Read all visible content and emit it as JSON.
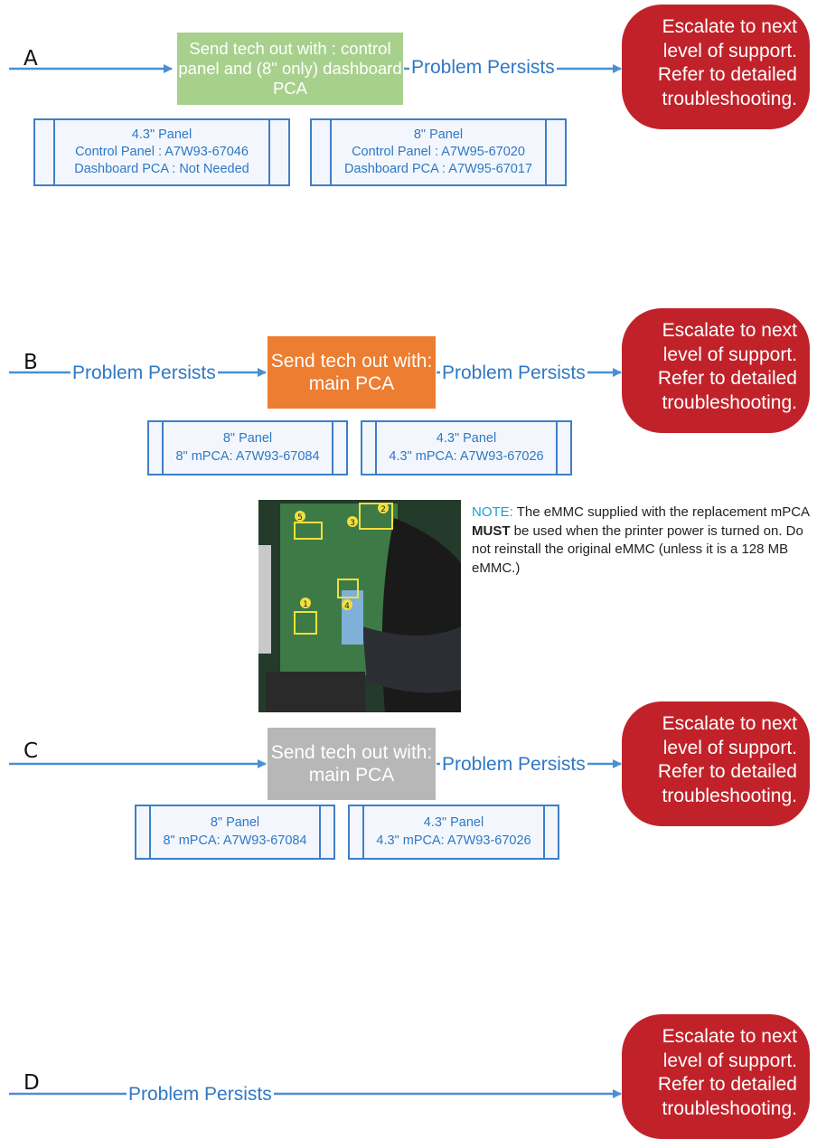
{
  "colors": {
    "arrow": "#4a8fd4",
    "green_box": "#a8d08d",
    "orange_box": "#ed7d31",
    "gray_box": "#b7b7b7",
    "escalate": "#c1222a",
    "text_blue": "#2f78c4",
    "note_label": "#1a9fd5"
  },
  "rows": [
    {
      "letter": "A",
      "action": "Send tech out with : control panel and  (8\" only) dashboard PCA",
      "persist_after": "Problem Persists",
      "escalate": "Escalate to next\nlevel of support.\nRefer to detailed\ntroubleshooting.",
      "panels": [
        "4.3\" Panel\nControl Panel : A7W93-67046\nDashboard PCA : Not Needed",
        "8\" Panel\nControl Panel : A7W95-67020\nDashboard PCA : A7W95-67017"
      ]
    },
    {
      "letter": "B",
      "persist_before": "Problem Persists",
      "action": "Send tech out with: main PCA",
      "persist_after": "Problem Persists",
      "escalate": "Escalate to next\nlevel of support.\nRefer to detailed\ntroubleshooting.",
      "panels": [
        "8\" Panel\n8\" mPCA: A7W93-67084",
        "4.3\" Panel\n4.3\" mPCA: A7W93-67026"
      ]
    },
    {
      "letter": "C",
      "action": "Send tech out with: main PCA",
      "persist_after": "Problem Persists",
      "escalate": "Escalate to next\nlevel of support.\nRefer to detailed\ntroubleshooting.",
      "panels": [
        "8\" Panel\n8\" mPCA: A7W93-67084",
        "4.3\" Panel\n4.3\" mPCA: A7W93-67026"
      ]
    },
    {
      "letter": "D",
      "persist_before": "Problem Persists",
      "escalate": "Escalate to next\nlevel of support.\nRefer to detailed\ntroubleshooting."
    }
  ],
  "note": {
    "label": "NOTE:",
    "text_1": " The eMMC supplied with the replacement mPCA ",
    "emphasis": "MUST",
    "text_2": " be used when the printer power is turned on. Do not reinstall the original eMMC (unless it is a 128 MB eMMC.)"
  },
  "photo": {
    "callouts": [
      "1",
      "2",
      "3",
      "4",
      "5"
    ]
  }
}
